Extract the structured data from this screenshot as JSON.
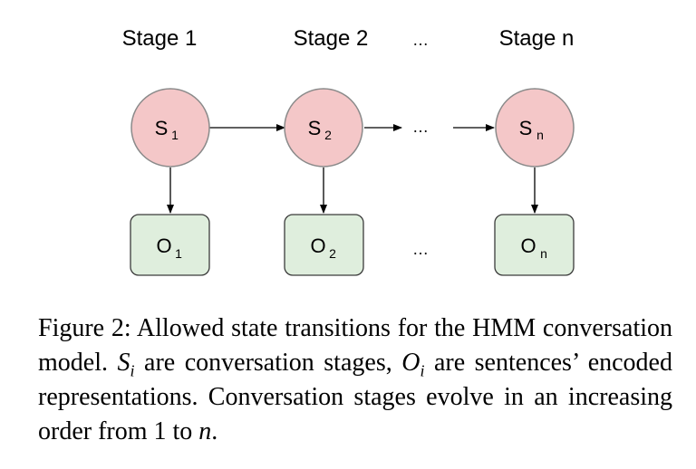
{
  "diagram": {
    "stages": [
      {
        "label": "Stage 1",
        "state_main": "S",
        "state_sub": "1",
        "obs_main": "O",
        "obs_sub": "1"
      },
      {
        "label": "Stage 2",
        "state_main": "S",
        "state_sub": "2",
        "obs_main": "O",
        "obs_sub": "2"
      },
      {
        "label": "Stage n",
        "state_main": "S",
        "state_sub": "n",
        "obs_main": "O",
        "obs_sub": "n"
      }
    ],
    "ellipsis": "…",
    "colors": {
      "state_fill": "#f4c7c8",
      "state_stroke": "#8a8a8a",
      "obs_fill": "#dfeedd",
      "obs_stroke": "#3b3b3b",
      "arrow": "#000000"
    }
  },
  "caption": {
    "part1": "Figure 2: Allowed state transitions for the HMM conversation model. ",
    "s_var": "S",
    "i_sub_1": "i",
    "part2": " are conversation stages, ",
    "o_var": "O",
    "i_sub_2": "i",
    "part3": " are sentences’ encoded representations. Conversation stages evolve in an increasing order from 1 to ",
    "n_var": "n",
    "part4": "."
  }
}
